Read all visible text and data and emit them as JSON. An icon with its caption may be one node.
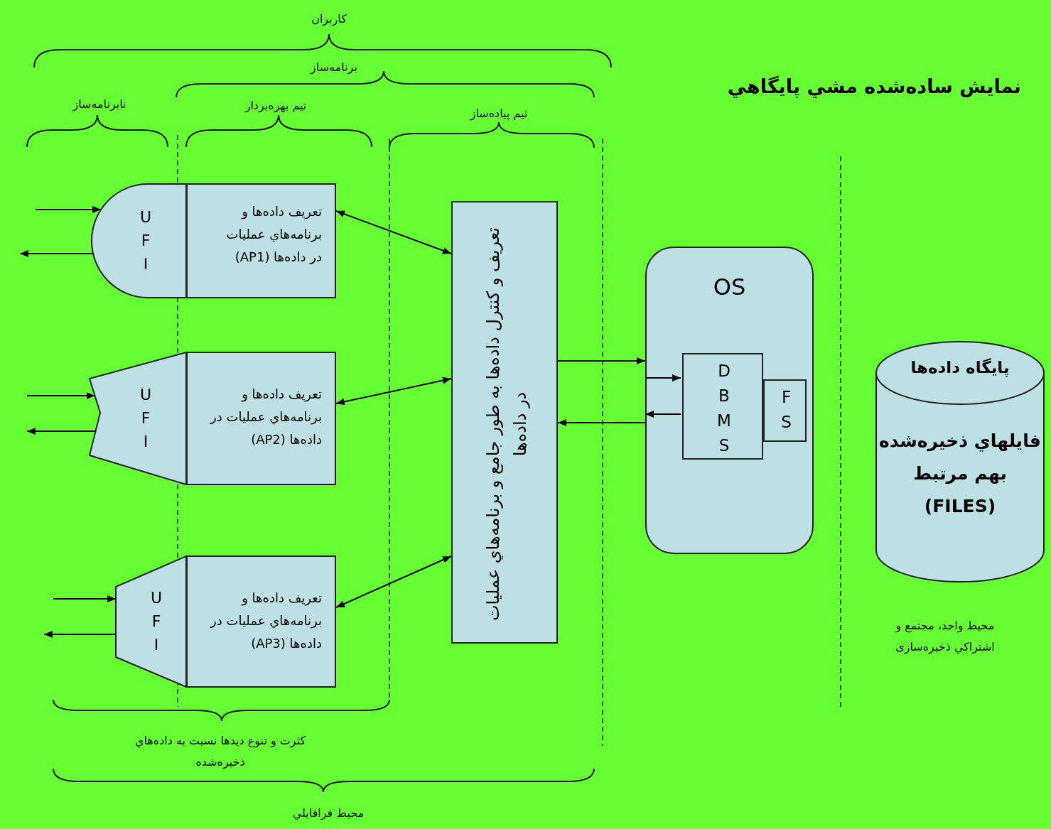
{
  "diagram": {
    "title": "نمایش ساده‌شده مشي پایگاهي",
    "nodes": [
      {
        "text": [
          "U F I"
        ]
      },
      {
        "text": [
          "تعریف داده‌ها و برنامه‌هاي عملیات در داده‌ها (AP1)"
        ]
      },
      {
        "text": [
          "U F I"
        ]
      },
      {
        "text": [
          "تعریف داده‌ها و برنامه‌هاي عملیات در داده‌ها (AP2)"
        ]
      },
      {
        "text": [
          "U F I"
        ]
      },
      {
        "text": [
          "تعریف داده‌ها و برنامه‌هاي عملیات در داده‌ها (AP3)"
        ]
      },
      {
        "text": [
          "تعریف و کنترل داده‌ها به طور جامع و برنامه‌هاي عملیات در داده‌ها"
        ]
      },
      {
        "text": [
          "OS"
        ]
      },
      {
        "text": [
          "D B M S"
        ],
        "in": 7
      },
      {
        "text": [
          "F S"
        ],
        "in": 7
      },
      {
        "text": [
          "پایگاه داده‌ها",
          "فایلهاي ذخیره‌شده بهم مرتبط (FILES)"
        ]
      }
    ],
    "edges": [
      {
        "from": null,
        "to": 0,
        "arrow": "to"
      },
      {
        "from": 0,
        "to": null,
        "arrow": "to"
      },
      {
        "from": null,
        "to": 2,
        "arrow": "to"
      },
      {
        "from": 2,
        "to": null,
        "arrow": "to"
      },
      {
        "from": null,
        "to": 4,
        "arrow": "to"
      },
      {
        "from": 4,
        "to": null,
        "arrow": "to"
      },
      {
        "from": 1,
        "to": 6,
        "arrow": "both"
      },
      {
        "from": 3,
        "to": 6,
        "arrow": "both"
      },
      {
        "from": 5,
        "to": 6,
        "arrow": "both"
      },
      {
        "from": 6,
        "to": 7,
        "arrow": "to"
      },
      {
        "from": 7,
        "to": 6,
        "arrow": "to"
      },
      {
        "from": 7,
        "to": 8,
        "arrow": "to"
      },
      {
        "from": 8,
        "to": 7,
        "arrow": "to"
      }
    ],
    "labels": [
      "کاربران",
      "برنامه‌ساز",
      "نابرنامه‌ساز",
      "تیم بهره‌بردار",
      "تیم پیاده‌ساز",
      "کثرت و تنوع دیدها نسبت به داده‌هاي ذخیره‌شده",
      "محیط فرافایلي",
      "محیط واحد، مجتمع و اشتراکي ذخیره‌سازی"
    ]
  }
}
